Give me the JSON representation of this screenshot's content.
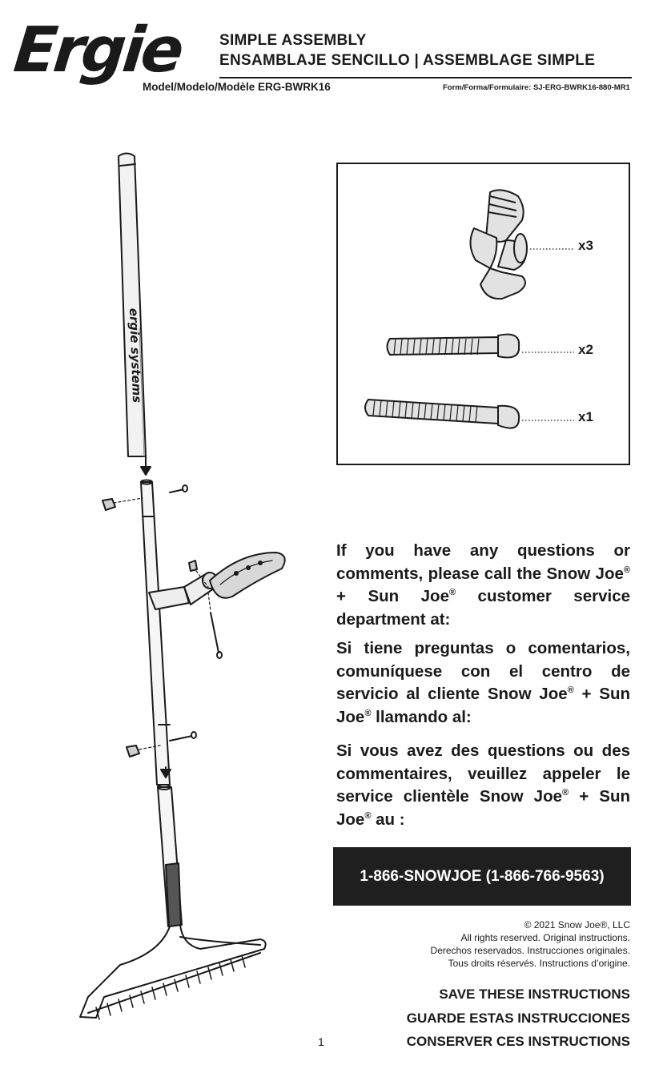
{
  "header": {
    "logo_text": "Ergie",
    "title_line1": "SIMPLE ASSEMBLY",
    "title_line2": "ENSAMBLAJE SENCILLO | ASSEMBLAGE SIMPLE",
    "model_line": "Model/Modelo/Modèle ERG-BWRK16",
    "form_line": "Form/Forma/Formulaire: SJ-ERG-BWRK16-880-MR1"
  },
  "illustration": {
    "handle_text": "ergie systems"
  },
  "parts": [
    {
      "icon": "knob-icon",
      "qty": "x3"
    },
    {
      "icon": "short-bolt-icon",
      "qty": "x2"
    },
    {
      "icon": "long-bolt-icon",
      "qty": "x1"
    }
  ],
  "contact": {
    "en_part1": "If you have any questions or comments, please call the Snow Joe",
    "en_part2": " + Sun Joe",
    "en_part3": " customer service department at:",
    "es_part1": "Si tiene preguntas o comentarios, comuníquese con el centro de servicio al cliente Snow Joe",
    "es_part2": " + Sun Joe",
    "es_part3": " llamando al:",
    "fr_part1": "Si vous avez des questions ou des commentaires, veuillez appeler le service clientèle Snow Joe",
    "fr_part2": " + Sun Joe",
    "fr_part3": " au :",
    "reg_mark": "®",
    "phone": "1-866-SNOWJOE (1-866-766-9563)"
  },
  "legal": {
    "line1": "© 2021 Snow Joe®, LLC",
    "line2": "All rights reserved. Original instructions.",
    "line3": "Derechos reservados. Instrucciones originales.",
    "line4": "Tous droits réservés. Instructions d’origine."
  },
  "save": {
    "en": "SAVE THESE INSTRUCTIONS",
    "es": "GUARDE ESTAS INSTRUCCIONES",
    "fr": "CONSERVER CES INSTRUCTIONS"
  },
  "page_number": "1"
}
